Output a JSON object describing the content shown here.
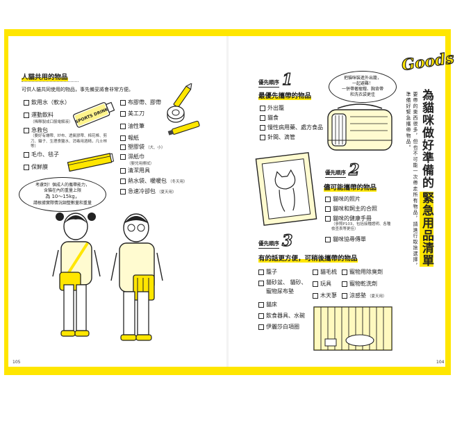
{
  "left_page": {
    "section_title": "人貓共用的物品",
    "intro": "可供人貓共同使用的物品，事先備妥將會非常方便。",
    "col1": [
      {
        "label": "飲用水（軟水）"
      },
      {
        "label": "運動飲料",
        "note": "（稀釋製成口服電解液）"
      },
      {
        "label": "急救包",
        "note": "（要好有繃帶、紗布、透氣膠帶、棉花棒、剪刀、鑷子、生理食鹽水、消毒用酒精，凡士林等）"
      },
      {
        "label": "毛巾、毯子"
      },
      {
        "label": "保鮮膜"
      }
    ],
    "col2": [
      {
        "label": "布膠帶、膠帶"
      },
      {
        "label": "美工刀"
      },
      {
        "label": "油性筆"
      },
      {
        "label": "報紙"
      },
      {
        "label": "塑膠袋",
        "note": "（大、小）"
      },
      {
        "label": "濕紙巾",
        "note": "（嬰兒用擦拭）"
      },
      {
        "label": "清潔用具"
      },
      {
        "label": "熱水袋、暖暖包",
        "note": "（冬天用）"
      },
      {
        "label": "急速冷卻包",
        "note": "（夏天用）"
      }
    ],
    "drink_label": "SPORTS DRINK",
    "bubble_lines": [
      "考慮到！個成人的攜帶能力，",
      "含貓在內的重量上限",
      "為 10～15kg，",
      "請根據實際情況調整數量和重量"
    ],
    "page_number": "105"
  },
  "right_page": {
    "goods_word": "Goods",
    "main_title": "為貓咪做好準備的",
    "main_title_emphasis": "緊急用品清單",
    "subtitle": "要帶的東西很多，但也不可能一次帶走所有物品，請進行取捨選擇，準備好緊急攜帶物品。",
    "carrier_bubble_lines": [
      "把貓咪裝進外出籠，",
      "一起避難！",
      "一併帶著寵糧、胸背帶",
      "和洗衣袋更佳"
    ],
    "priority_label": "優先順序",
    "p1": {
      "number": "1",
      "title": "最優先攜帶的物品",
      "items": [
        "外出籠",
        "貓食",
        "慢性病用藥、處方食品",
        "針間、滴管"
      ]
    },
    "p2": {
      "number": "2",
      "title": "儘可能攜帶的物品",
      "items": [
        "貓咪的照片",
        "貓咪和飼主的合照",
        "貓咪的健康手冊",
        "貓咪協尋傳單"
      ],
      "note": "（參照P103，包括接種證明、各種檢查表等更佳）"
    },
    "p3": {
      "number": "3",
      "title": "有的話更方便，可稍後攜帶的物品",
      "col1": [
        "籠子",
        "貓砂盆、 貓砂、寵物尿布墊",
        "貓床",
        "飲食器具、水碗",
        "伊麗莎白項圈"
      ],
      "col2": [
        "貓毛梳",
        "玩具",
        "木天蓼"
      ],
      "col3": [
        "寵物用除臭劑",
        "寵物乾洗劑",
        "涼感墊"
      ],
      "col3_note": "（夏天用）"
    },
    "page_number": "104"
  },
  "colors": {
    "accent": "#ffe600",
    "ink": "#222222"
  }
}
